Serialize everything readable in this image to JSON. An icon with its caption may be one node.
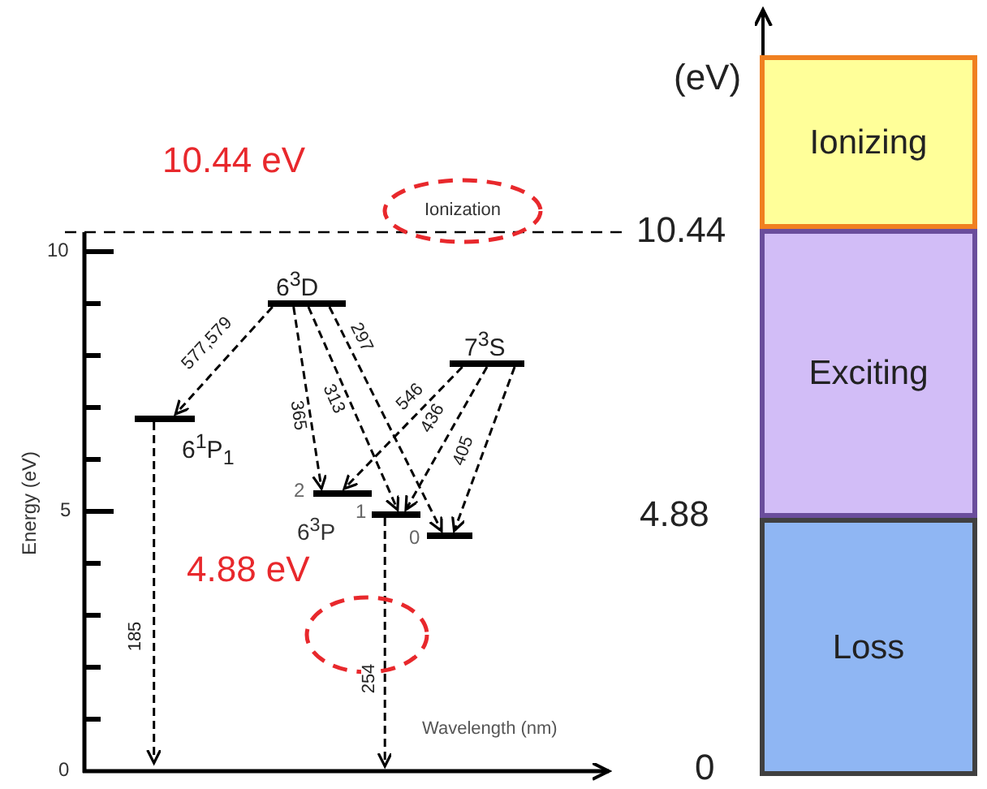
{
  "diagram": {
    "nodes": [
      {
        "text": [
          "Ionization"
        ]
      },
      {
        "text": [
          "6$^{3}$D"
        ]
      },
      {
        "text": [
          "7$^{3}$S"
        ]
      },
      {
        "text": [
          "6$^{1}$P$_{1}$"
        ]
      },
      {
        "text": [
          "2"
        ]
      },
      {
        "text": [
          "1"
        ]
      },
      {
        "text": [
          "0"
        ]
      },
      {
        "text": [],
        "shape": "ellipse"
      },
      {
        "text": [
          "Ionizing"
        ]
      },
      {
        "text": [
          "Exciting"
        ]
      },
      {
        "text": [
          "Loss"
        ]
      }
    ],
    "edges": [
      {
        "from": 1,
        "to": 3,
        "arrow": "to",
        "label": "577,579",
        "style": "dashed"
      },
      {
        "from": 1,
        "to": 4,
        "arrow": "to",
        "label": "365",
        "style": "dashed"
      },
      {
        "from": 1,
        "to": 5,
        "arrow": "to",
        "label": "313",
        "style": "dashed"
      },
      {
        "from": 1,
        "to": 6,
        "arrow": "to",
        "label": "297",
        "style": "dashed"
      },
      {
        "from": 2,
        "to": 4,
        "arrow": "to",
        "label": "546",
        "style": "dashed"
      },
      {
        "from": 2,
        "to": 5,
        "arrow": "to",
        "label": "436",
        "style": "dashed"
      },
      {
        "from": 2,
        "to": 6,
        "arrow": "to",
        "label": "405",
        "style": "dashed"
      },
      {
        "from": 3,
        "to": null,
        "arrow": "to",
        "label": "185",
        "style": "dashed"
      },
      {
        "from": 5,
        "to": null,
        "arrow": "to",
        "label": "254",
        "style": "dashed"
      }
    ],
    "labels": [
      "(eV)",
      "10.44 eV",
      "10",
      "10.44",
      "Energy (eV)",
      "6$^{3}$P",
      "5",
      "4.88",
      "4.88 eV",
      "Wavelength (nm)",
      "0",
      "0"
    ]
  }
}
